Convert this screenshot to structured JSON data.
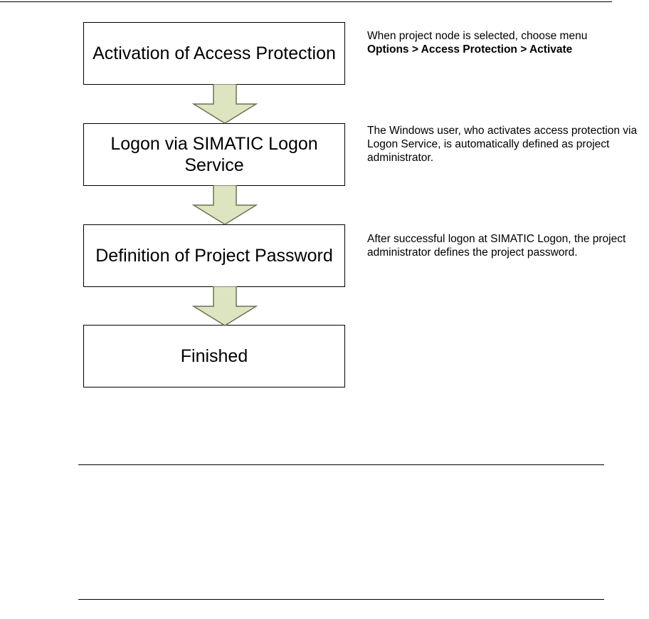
{
  "steps": [
    {
      "label": "Activation of Access Protection",
      "note": "When project node is selected, choose menu",
      "note_bold": "Options > Access Protection > Activate"
    },
    {
      "label": "Logon via SIMATIC Logon Service",
      "note": "The Windows user, who activates access protection via Logon Service, is automatically defined as project administrator.",
      "note_bold": ""
    },
    {
      "label": "Definition of Project Password",
      "note": "After successful logon at SIMATIC Logon, the project administrator defines the project password.",
      "note_bold": ""
    },
    {
      "label": "Finished",
      "note": "",
      "note_bold": ""
    }
  ],
  "colors": {
    "arrow_fill": "#DDE5C0",
    "arrow_stroke": "#6B7056",
    "border": "#000000"
  }
}
